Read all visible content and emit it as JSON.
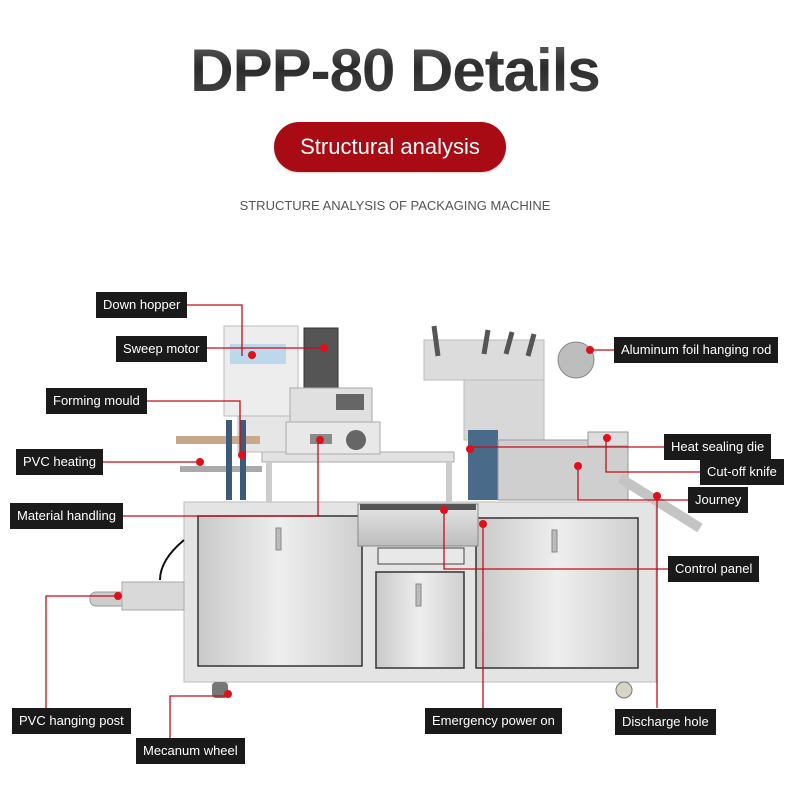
{
  "header": {
    "title": "DPP-80 Details",
    "badge": "Structural analysis",
    "subtitle": "STRUCTURE ANALYSIS OF PACKAGING MACHINE"
  },
  "diagram": {
    "subject": "blister packaging machine",
    "accent_color": "#a80b14",
    "callout_color": "#e0101b",
    "labels": {
      "down_hopper": "Down hopper",
      "sweep_motor": "Sweep motor",
      "forming_mould": "Forming mould",
      "pvc_heating": "PVC heating",
      "material_handling": "Material handling",
      "pvc_hanging_post": "PVC hanging post",
      "mecanum_wheel": "Mecanum wheel",
      "aluminum_foil_hanging_rod": "Aluminum foil hanging rod",
      "heat_sealing_die": "Heat sealing die",
      "cut_off_knife": "Cut-off knife",
      "journey": "Journey",
      "control_panel": "Control panel",
      "emergency_power_on": "Emergency power on",
      "discharge_hole": "Discharge hole"
    }
  }
}
